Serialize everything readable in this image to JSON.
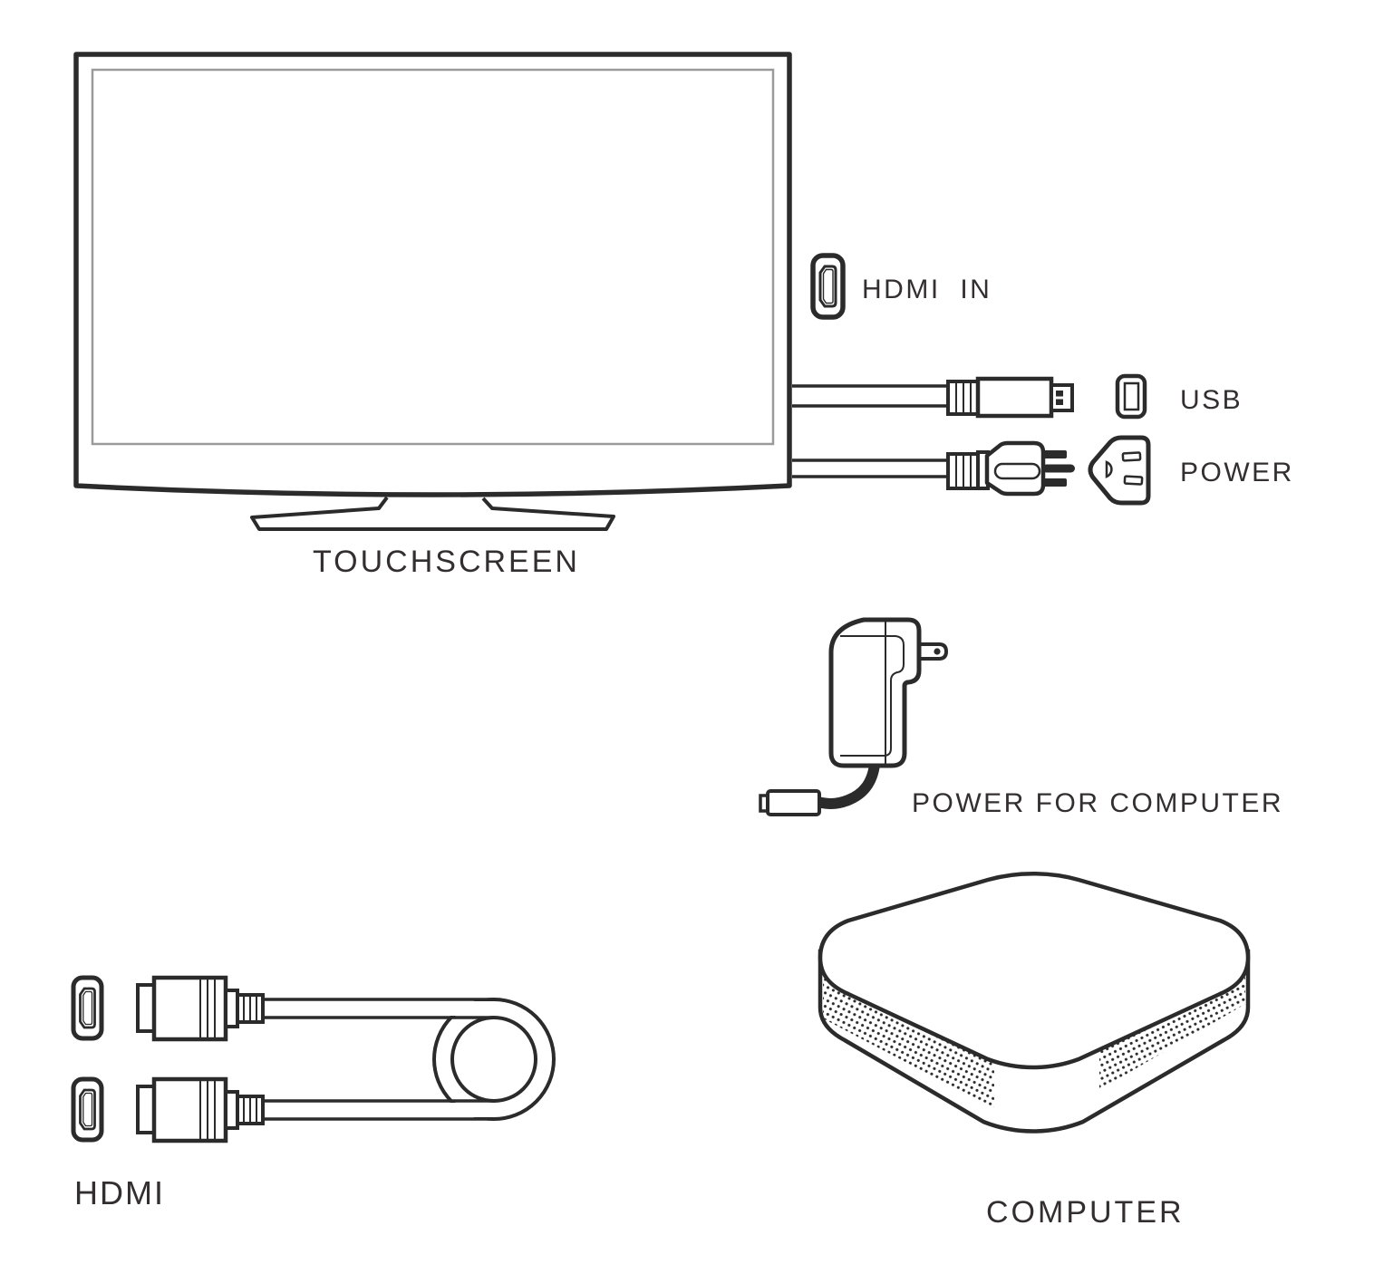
{
  "labels": {
    "touchscreen": "TOUCHSCREEN",
    "hdmi_in": "HDMI  IN",
    "usb": "USB",
    "power": "POWER",
    "power_for_computer": "POWER FOR COMPUTER",
    "hdmi": "HDMI",
    "computer": "COMPUTER"
  },
  "colors": {
    "line": "#2b2b2b",
    "text": "#332f30",
    "screen_border": "#9a9a9a",
    "background": "#ffffff"
  },
  "icons": [
    "monitor-icon",
    "monitor-stand-icon",
    "hdmi-port-icon",
    "usb-plug-icon",
    "usb-port-icon",
    "power-plug-icon",
    "power-outlet-icon",
    "power-adapter-icon",
    "hdmi-connector-icon",
    "cable-coil-icon",
    "computer-icon"
  ]
}
